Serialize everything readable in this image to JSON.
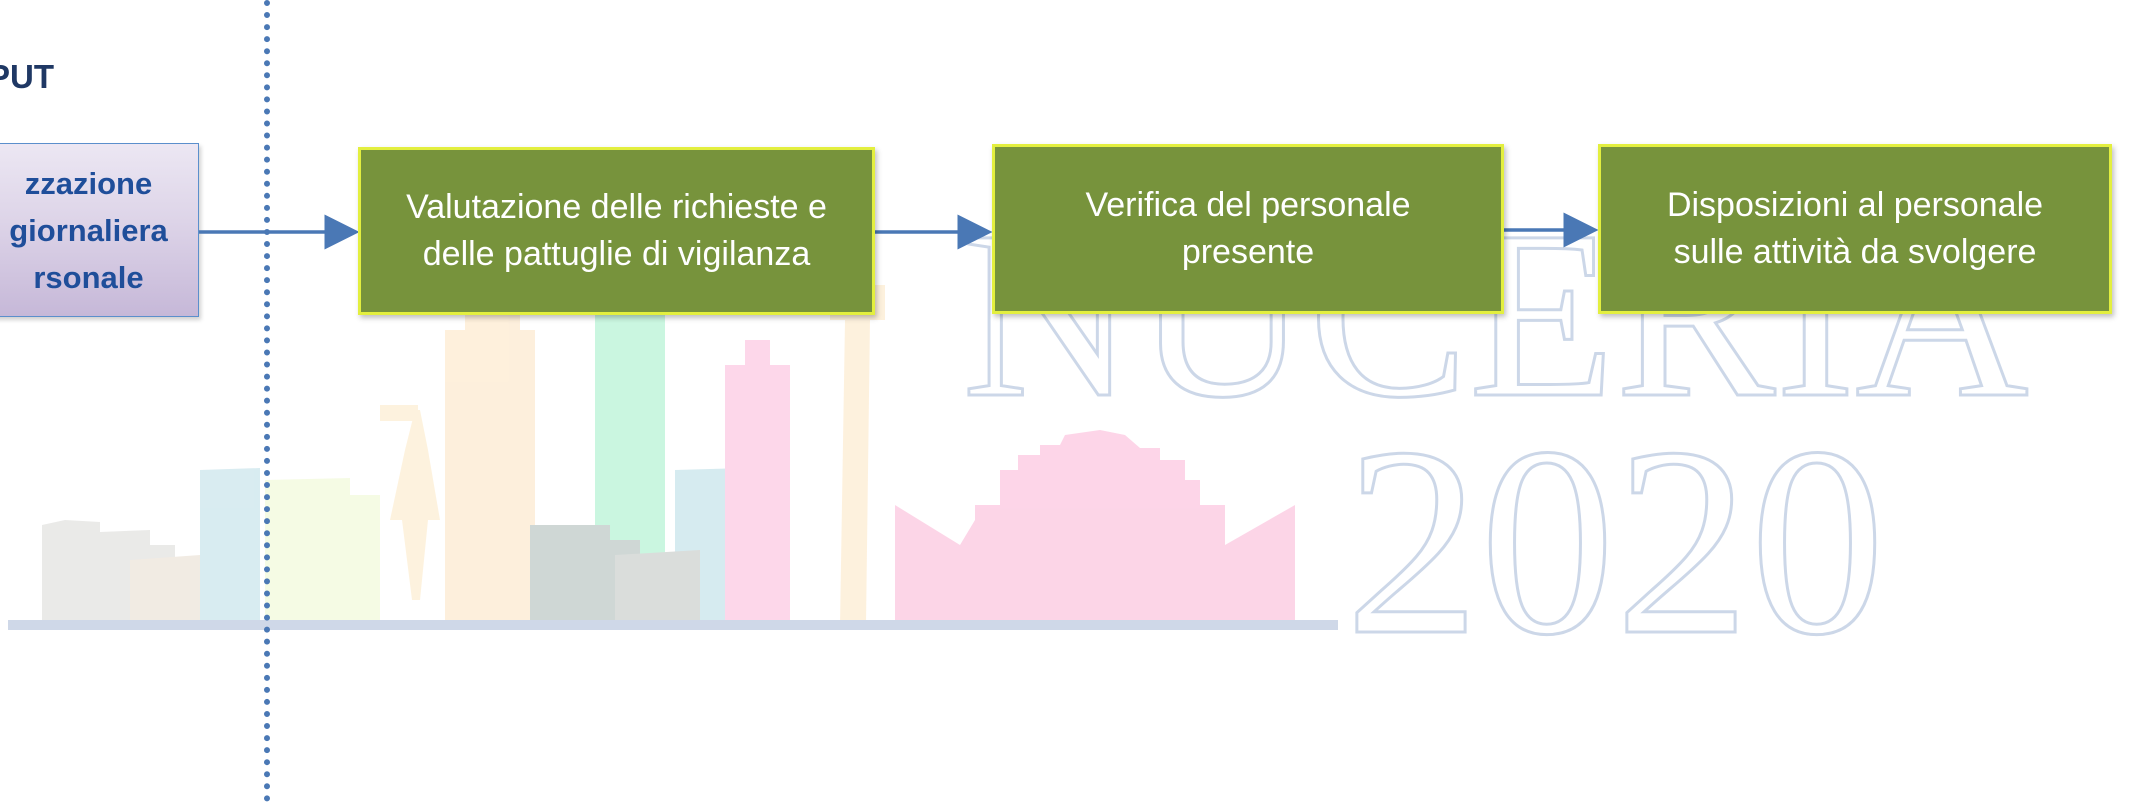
{
  "watermark": {
    "word": "NUCERIA",
    "year": "2020"
  },
  "diagram": {
    "input_heading": "PUT",
    "input_box": "zzazione\ngiornaliera\nrsonale",
    "steps": [
      "Valutazione delle richieste e\ndelle pattuglie di vigilanza",
      "Verifica del personale\npresente",
      "Disposizioni al personale\nsulle attività da svolgere"
    ]
  },
  "colors": {
    "step_fill": "#77933c",
    "step_border": "#e3ef3f",
    "arrow": "#4a78b5",
    "input_text": "#1f4e9a",
    "heading_text": "#1f3864",
    "watermark_text": "#ccd7e8"
  }
}
